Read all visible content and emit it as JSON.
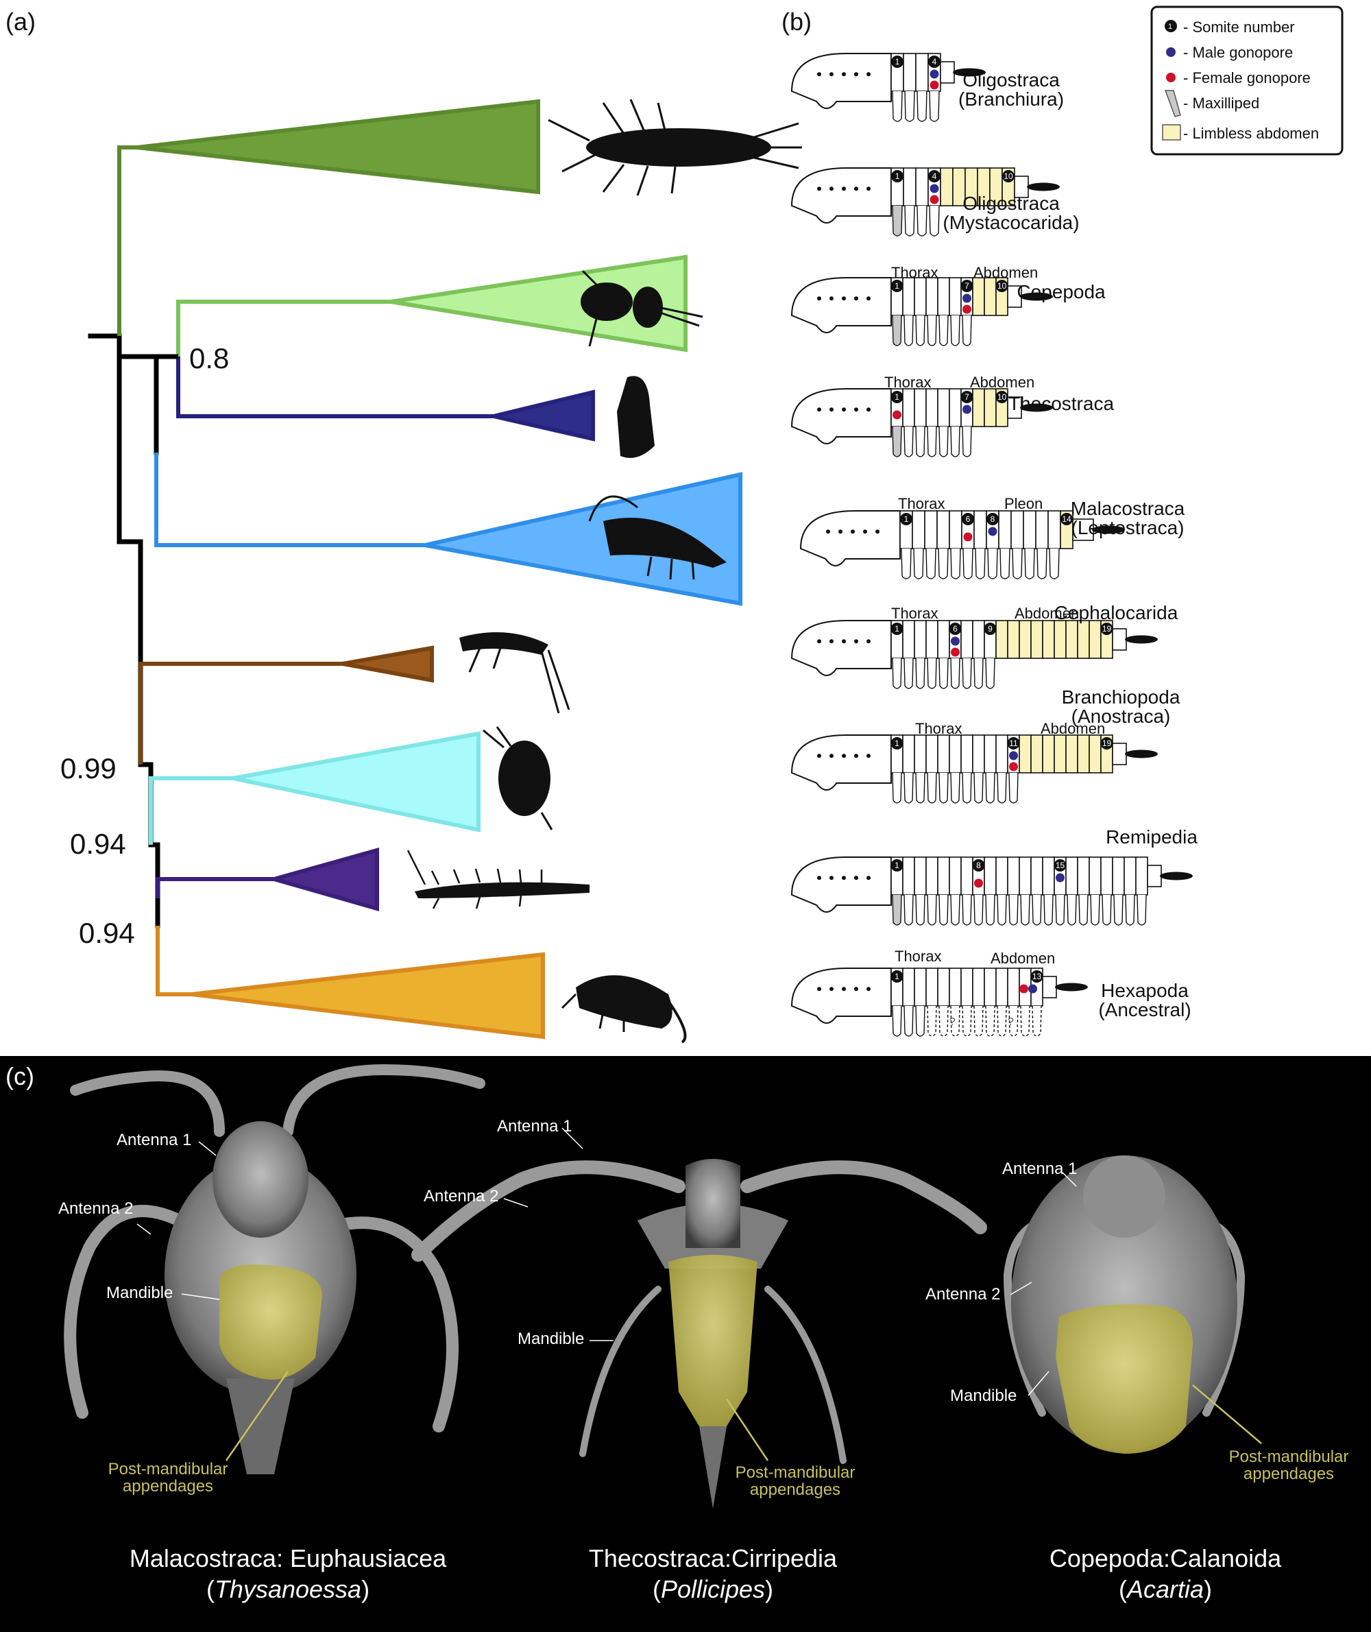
{
  "panel_labels": {
    "a": "(a)",
    "b": "(b)",
    "c": "(c)"
  },
  "tree": {
    "support_values": [
      "0.8",
      "0.99",
      "0.94",
      "0.94"
    ],
    "clades": [
      {
        "id": "oligostraca",
        "color": "#5c8a2e",
        "fill": "#6f9f3a",
        "icon": "fish-louse-silhouette"
      },
      {
        "id": "copepoda",
        "color": "#7cc35a",
        "fill": "#b8f29a",
        "icon": "copepod-silhouette"
      },
      {
        "id": "thecostraca",
        "color": "#25237e",
        "fill": "#2e2d8a",
        "icon": "barnacle-silhouette"
      },
      {
        "id": "malacostraca",
        "color": "#2f8fe8",
        "fill": "#63b4ff",
        "icon": "shrimp-silhouette"
      },
      {
        "id": "cephalocarida",
        "color": "#7a4410",
        "fill": "#9b5a1d",
        "icon": "cephalocarid-silhouette"
      },
      {
        "id": "branchiopoda",
        "color": "#7fe6e6",
        "fill": "#a9fafa",
        "icon": "water-flea-silhouette"
      },
      {
        "id": "remipedia",
        "color": "#3b1f7a",
        "fill": "#4c2a8c",
        "icon": "remipede-silhouette"
      },
      {
        "id": "hexapoda",
        "color": "#d98a1f",
        "fill": "#ebb02e",
        "icon": "springtail-silhouette"
      }
    ]
  },
  "legend": {
    "somite_number": "- Somite number",
    "male_gonopore": "- Male gonopore",
    "female_gonopore": "- Female gonopore",
    "maxilliped": "- Maxilliped",
    "limbless_abdomen": "- Limbless abdomen",
    "colors": {
      "male": "#2e2d8a",
      "female": "#d0102a",
      "maxilliped": "#c8c8c8",
      "abdomen": "#fbf3bd"
    }
  },
  "schematics": [
    {
      "name": "Oligostraca",
      "sub": "(Branchiura)",
      "labels": [],
      "somites": [
        "1",
        "4"
      ]
    },
    {
      "name": "Oligostraca",
      "sub": "(Mystacocarida)",
      "labels": [],
      "somites": [
        "1",
        "4",
        "10"
      ]
    },
    {
      "name": "Copepoda",
      "sub": "",
      "labels": [
        "Thorax",
        "Abdomen"
      ],
      "somites": [
        "1",
        "7",
        "10"
      ]
    },
    {
      "name": "Thecostraca",
      "sub": "",
      "labels": [
        "Thorax",
        "Abdomen"
      ],
      "somites": [
        "1",
        "7",
        "10"
      ]
    },
    {
      "name": "Malacostraca",
      "sub": "(Leptostraca)",
      "labels": [
        "Thorax",
        "Pleon"
      ],
      "somites": [
        "1",
        "6",
        "8",
        "14"
      ]
    },
    {
      "name": "Cephalocarida",
      "sub": "",
      "labels": [
        "Thorax",
        "Abdomen"
      ],
      "somites": [
        "1",
        "6",
        "9",
        "19"
      ]
    },
    {
      "name": "Branchiopoda",
      "sub": "(Anostraca)",
      "labels": [
        "Thorax",
        "Abdomen"
      ],
      "somites": [
        "1",
        "11",
        "19"
      ]
    },
    {
      "name": "Remipedia",
      "sub": "",
      "labels": [],
      "somites": [
        "1",
        "8",
        "15"
      ]
    },
    {
      "name": "Hexapoda",
      "sub": "(Ancestral)",
      "labels": [
        "Thorax",
        "Abdomen"
      ],
      "somites": [
        "1",
        "13"
      ],
      "unknown_marks": [
        "?",
        "?"
      ]
    }
  ],
  "panel_c": {
    "specimens": [
      {
        "title": "Malacostraca: Euphausiacea",
        "genus": "Thysanoessa",
        "labels": {
          "antenna1": "Antenna 1",
          "antenna2": "Antenna 2",
          "mandible": "Mandible",
          "post_line1": "Post-mandibular",
          "post_line2": "appendages"
        }
      },
      {
        "title": "Thecostraca:Cirripedia",
        "genus": "Pollicipes",
        "labels": {
          "antenna1": "Antenna 1",
          "antenna2": "Antenna 2",
          "mandible": "Mandible",
          "post_line1": "Post-mandibular",
          "post_line2": "appendages"
        }
      },
      {
        "title": "Copepoda:Calanoida",
        "genus": "Acartia",
        "labels": {
          "antenna1": "Antenna 1",
          "antenna2": "Antenna 2",
          "mandible": "Mandible",
          "post_line1": "Post-mandibular",
          "post_line2": "appendages"
        }
      }
    ],
    "highlight_color": "#c8c060"
  }
}
